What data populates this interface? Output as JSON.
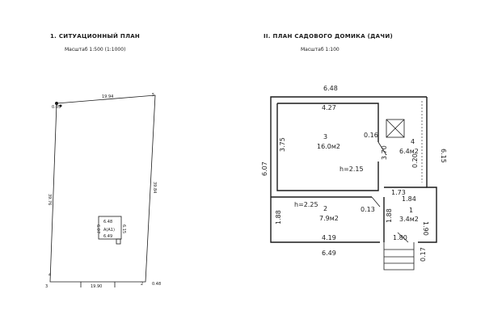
{
  "site_plan": {
    "title": "1. СИТУАЦИОННЫЙ ПЛАН",
    "scale": "Масштаб 1:500 (1:1000)",
    "corner_label": "5",
    "corner_label_2": "2",
    "edge_labels": {
      "top": "19.94",
      "left": "39.76",
      "right": "39.84",
      "bottom": "19.90",
      "top_left_small": "0.05",
      "bottom_right_small": "0.48",
      "bottom_left_mark": "3",
      "left_mark": "4"
    },
    "building": {
      "top": "6.48",
      "bottom": "6.49",
      "left": "6.07",
      "right": "6.15",
      "label": "А(А1)"
    }
  },
  "floor_plan": {
    "title": "II. ПЛАН САДОВОГО ДОМИКА (ДАЧИ)",
    "scale": "Масштаб 1:100",
    "dimensions": {
      "top_outer": "6.48",
      "top_inner": "4.27",
      "bottom_outer": "6.49",
      "bottom_inner": "4.19",
      "left_outer": "6.07",
      "right_outer": "6.15",
      "room3_height": "3.75",
      "room2_height": "1.88",
      "room1_width": "1.73",
      "door_width": "1.80",
      "room1_height": "1.90",
      "small_a": "0.16",
      "small_b": "0.13",
      "small_c": "0.20",
      "small_d": "0.17",
      "inner_a": "3.70",
      "inner_b": "1.84",
      "inner_c": "1.88"
    },
    "rooms": [
      {
        "num": "3",
        "area": "16.0м2",
        "height": "h=2.15"
      },
      {
        "num": "2",
        "area": "7.9м2",
        "height": "h=2.25"
      },
      {
        "num": "4",
        "area": "6.4м2"
      },
      {
        "num": "1",
        "area": "3.4м2"
      }
    ]
  }
}
